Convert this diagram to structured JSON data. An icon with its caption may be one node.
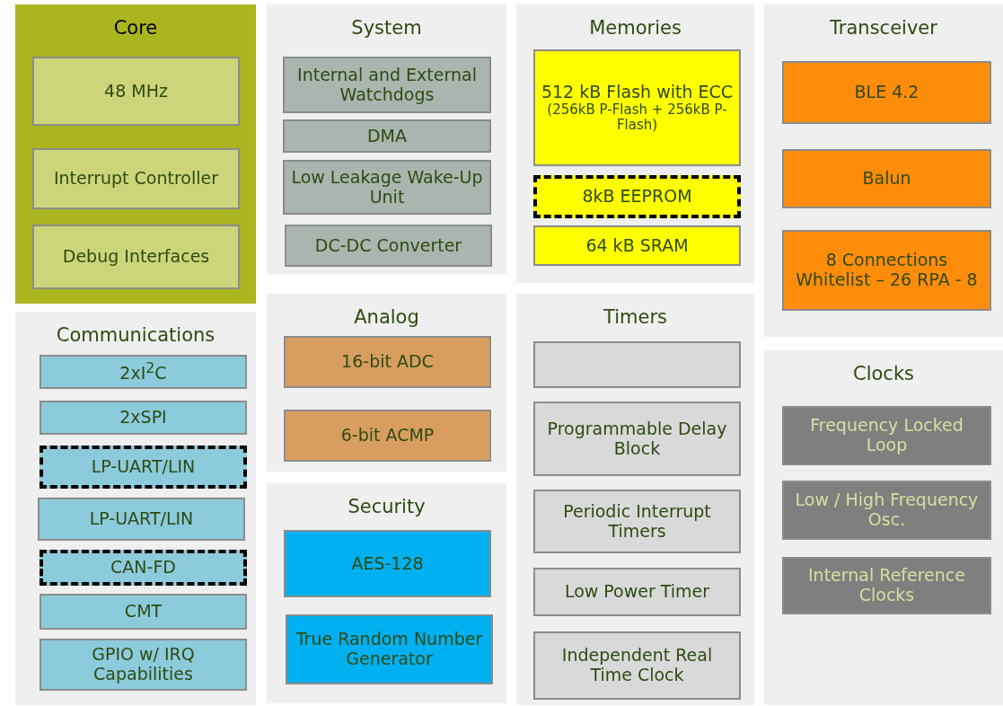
{
  "diagram": {
    "nodes": [
      {
        "text": [
          "Core"
        ]
      },
      {
        "text": [
          "48 MHz"
        ],
        "in": 0
      },
      {
        "text": [
          "Interrupt Controller"
        ],
        "in": 0
      },
      {
        "text": [
          "Debug Interfaces"
        ],
        "in": 0
      },
      {
        "text": [
          "System"
        ]
      },
      {
        "text": [
          "Internal and External Watchdogs"
        ],
        "in": 4
      },
      {
        "text": [
          "DMA"
        ],
        "in": 4
      },
      {
        "text": [
          "Low Leakage Wake-Up Unit"
        ],
        "in": 4
      },
      {
        "text": [
          "DC-DC Converter"
        ],
        "in": 4
      },
      {
        "text": [
          "Memories"
        ]
      },
      {
        "text": [
          "512 kB Flash with ECC",
          "(256kB P-Flash + 256kB P-Flash)"
        ],
        "in": 9
      },
      {
        "text": [
          "8kB EEPROM"
        ],
        "in": 9
      },
      {
        "text": [
          "64 kB SRAM"
        ],
        "in": 9
      },
      {
        "text": [
          "Transceiver"
        ]
      },
      {
        "text": [
          "BLE 4.2"
        ],
        "in": 13
      },
      {
        "text": [
          "Balun"
        ],
        "in": 13
      },
      {
        "text": [
          "8 Connections Whitelist – 26 RPA - 8"
        ],
        "in": 13
      },
      {
        "text": [
          "Communications"
        ]
      },
      {
        "text": [
          "2xI$^{2}$C"
        ],
        "in": 17
      },
      {
        "text": [
          "2xSPI"
        ],
        "in": 17
      },
      {
        "text": [
          "LP-UART/LIN"
        ],
        "in": 17
      },
      {
        "text": [
          "LP-UART/LIN"
        ],
        "in": 17
      },
      {
        "text": [
          "CAN-FD"
        ],
        "in": 17
      },
      {
        "text": [
          "CMT"
        ],
        "in": 17
      },
      {
        "text": [
          "GPIO w/ IRQ Capabilities"
        ],
        "in": 17
      },
      {
        "text": [
          "Analog"
        ]
      },
      {
        "text": [
          "16-bit ADC"
        ],
        "in": 25
      },
      {
        "text": [
          "6-bit ACMP"
        ],
        "in": 25
      },
      {
        "text": [
          "Security"
        ]
      },
      {
        "text": [
          "AES-128"
        ],
        "in": 28
      },
      {
        "text": [
          "True Random Number Generator"
        ],
        "in": 28
      },
      {
        "text": [
          "Timers"
        ]
      },
      {
        "text": [],
        "shape": "box",
        "in": 31
      },
      {
        "text": [
          "Programmable Delay Block"
        ],
        "in": 31
      },
      {
        "text": [
          "Periodic Interrupt Timers"
        ],
        "in": 31
      },
      {
        "text": [
          "Low Power Timer"
        ],
        "in": 31
      },
      {
        "text": [
          "Independent Real Time Clock"
        ],
        "in": 31
      },
      {
        "text": [
          "Clocks"
        ]
      },
      {
        "text": [
          "Frequency Locked Loop"
        ],
        "in": 37
      },
      {
        "text": [
          "Low / High Frequency Osc."
        ],
        "in": 37
      },
      {
        "text": [
          "Internal Reference Clocks"
        ],
        "in": 37
      }
    ]
  }
}
